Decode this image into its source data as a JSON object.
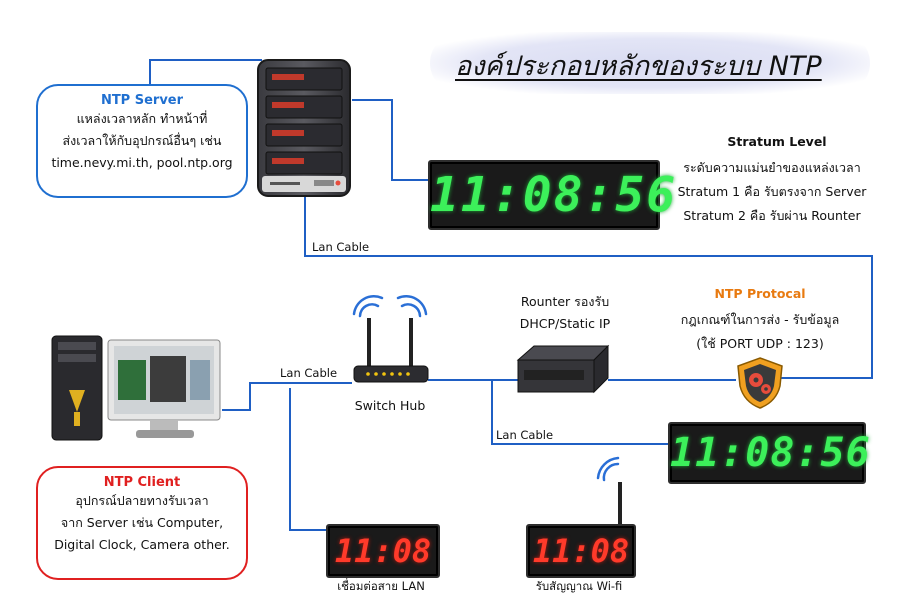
{
  "title": "องค์ประกอบหลักของระบบ NTP",
  "ntp_server": {
    "title": "NTP Server",
    "line1": "แหล่งเวลาหลัก ทำหน้าที่",
    "line2": "ส่งเวลาให้กับอุปกรณ์อื่นๆ เช่น",
    "line3": "time.nevy.mi.th, pool.ntp.org"
  },
  "stratum": {
    "title": "Stratum Level",
    "line1": "ระดับความแม่นยำของแหล่งเวลา",
    "line2": "Stratum 1 คือ รับตรงจาก Server",
    "line3": "Stratum 2 คือ รับผ่าน Rounter"
  },
  "ntp_protocol": {
    "title": "NTP Protocal",
    "line1": "กฎเกณฑ์ในการส่ง - รับข้อมูล",
    "line2": "(ใช้ PORT UDP : 123)"
  },
  "router": {
    "line1": "Rounter รองรับ",
    "line2": "DHCP/Static IP"
  },
  "ntp_client": {
    "title": "NTP Client",
    "line1": "อุปกรณ์ปลายทางรับเวลา",
    "line2": "จาก Server เช่น Computer,",
    "line3": "Digital Clock, Camera other."
  },
  "labels": {
    "lan_cable_server": "Lan Cable",
    "lan_cable_pc": "Lan Cable",
    "lan_cable_router": "Lan Cable",
    "switch_hub": "Switch Hub",
    "lan_clock": "เชื่อมต่อสาย LAN",
    "wifi_clock": "รับสัญญาณ Wi-fi"
  },
  "clocks": {
    "top": "11:08:56",
    "right": "11:08:56",
    "lan": "11:08",
    "wifi": "11:08"
  },
  "colors": {
    "cable": "#1f5fc4",
    "server_outline": "#1f6fd0",
    "client_outline": "#e02020",
    "protocol_title": "#e87a10",
    "green_digits": "#3cf05a",
    "red_digits": "#ff3a2a",
    "wifi": "#2a6fd6"
  }
}
